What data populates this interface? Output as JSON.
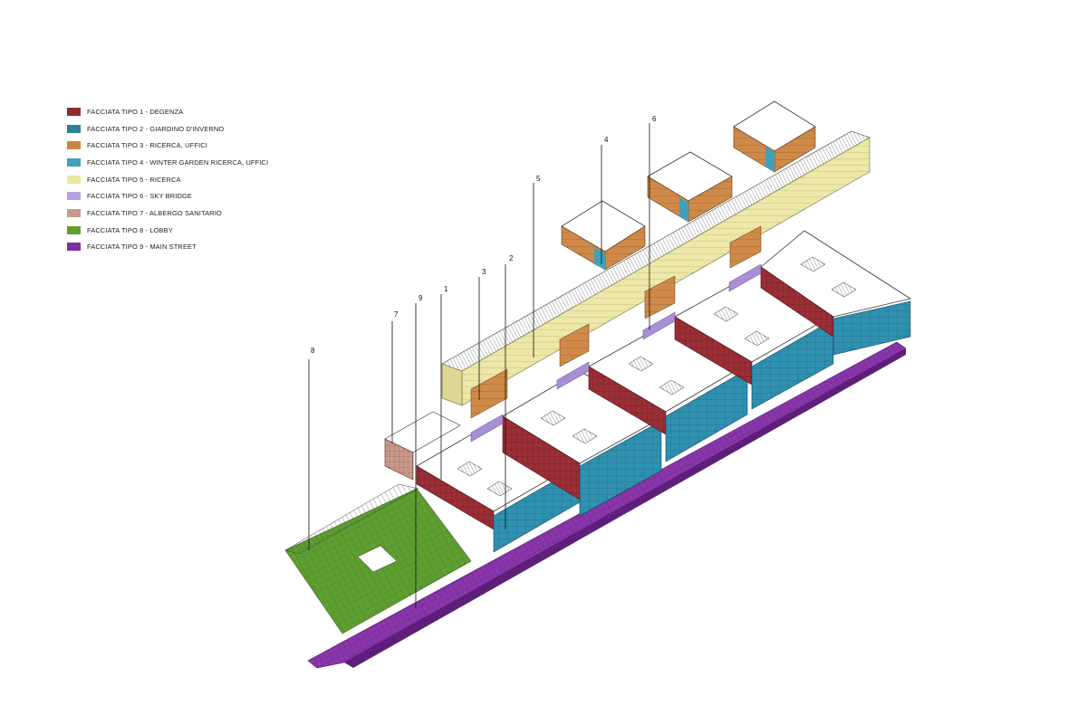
{
  "legend": {
    "items": [
      {
        "type": "1",
        "label": "FACCIATA TIPO 1 - DEGENZA",
        "color": "#8e2e2e"
      },
      {
        "type": "2",
        "label": "FACCIATA TIPO 2 - GIARDINO D'INVERNO",
        "color": "#2f8098"
      },
      {
        "type": "3",
        "label": "FACCIATA TIPO 3 - RICERCA, UFFICI",
        "color": "#c98545"
      },
      {
        "type": "4",
        "label": "FACCIATA TIPO 4 -  WINTER GARDEN RICERCA, UFFICI",
        "color": "#41a1bd"
      },
      {
        "type": "5",
        "label": "FACCIATA TIPO 5 - RICERCA",
        "color": "#ebe6a3"
      },
      {
        "type": "6",
        "label": "FACCIATA TIPO 6 - SKY BRIDGE",
        "color": "#b79ee0"
      },
      {
        "type": "7",
        "label": "FACCIATA TIPO 7 - ALBERGO SANITARIO",
        "color": "#c9998a"
      },
      {
        "type": "8",
        "label": "FACCIATA TIPO 8 - LOBBY",
        "color": "#5f9f31"
      },
      {
        "type": "9",
        "label": "FACCIATA TIPO 9 - MAIN STREET",
        "color": "#7f2f9e"
      }
    ]
  },
  "callouts": [
    "8",
    "7",
    "9",
    "1",
    "3",
    "2",
    "5",
    "4",
    "6"
  ]
}
